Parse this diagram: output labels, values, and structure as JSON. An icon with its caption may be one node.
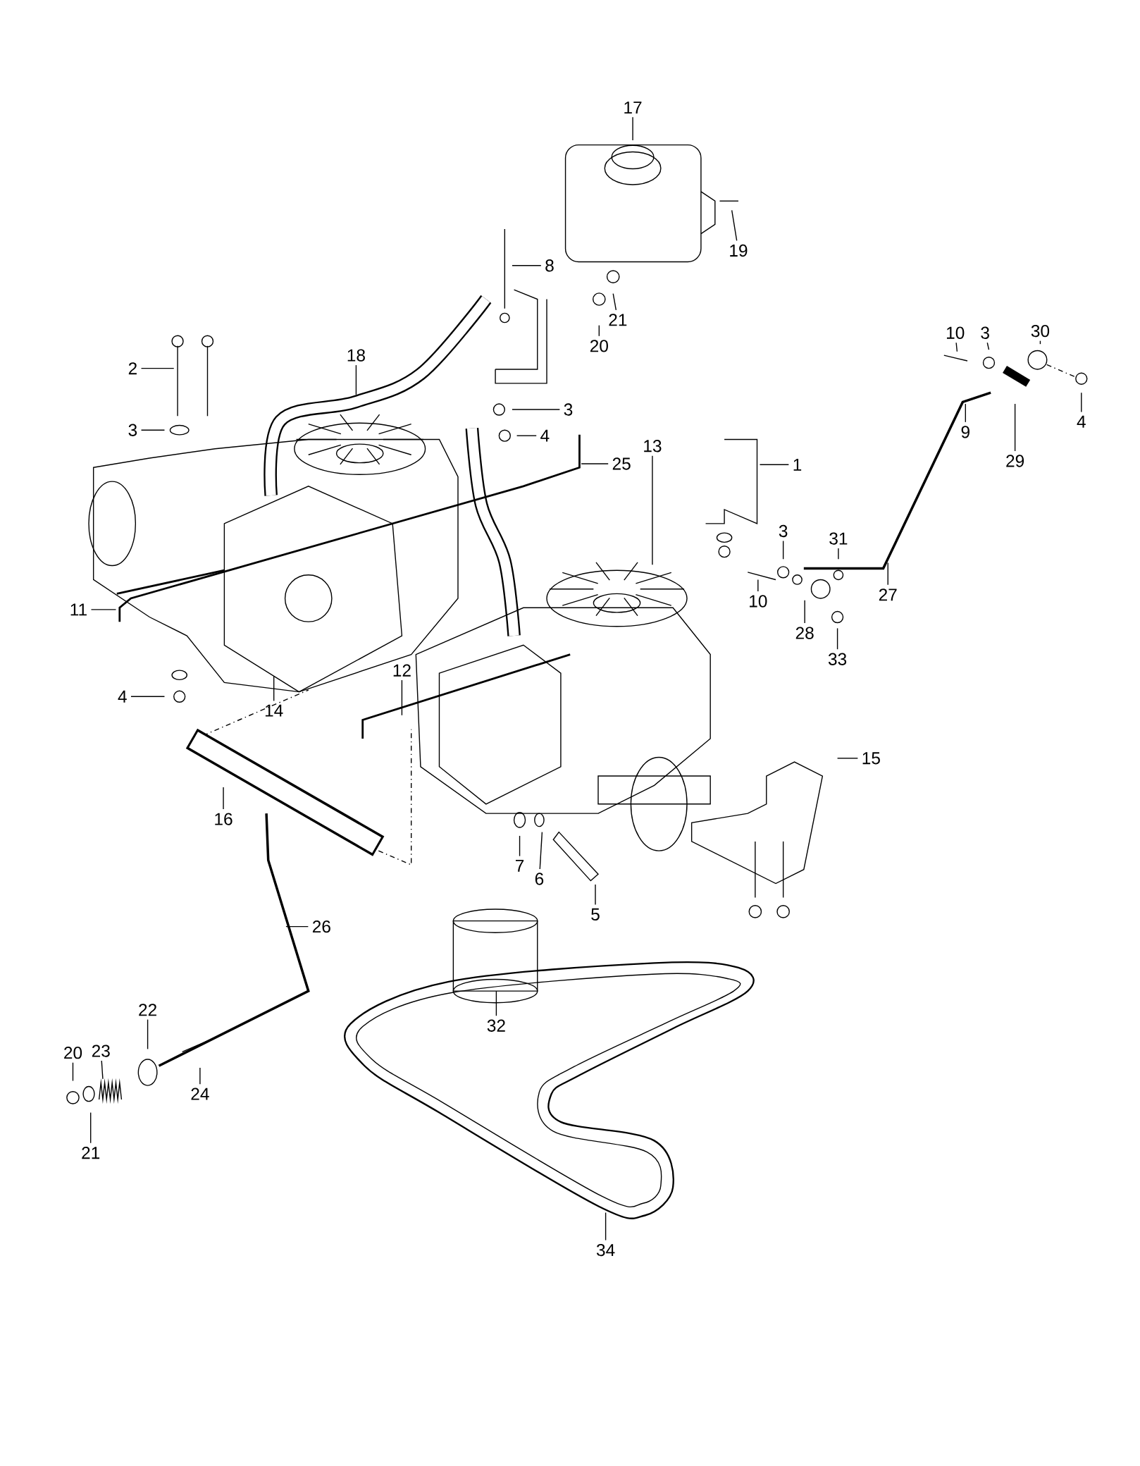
{
  "diagram": {
    "nodes": [
      {
        "text": [
          "17"
        ]
      },
      {
        "text": [
          "19"
        ]
      },
      {
        "text": [
          "8"
        ]
      },
      {
        "text": [
          "21"
        ]
      },
      {
        "text": [
          "10"
        ]
      },
      {
        "text": [
          "3"
        ]
      },
      {
        "text": [
          "30"
        ]
      },
      {
        "text": [
          "20"
        ]
      },
      {
        "text": [
          "18"
        ]
      },
      {
        "text": [
          "2"
        ]
      },
      {
        "text": [
          "3"
        ]
      },
      {
        "text": [
          "4"
        ]
      },
      {
        "text": [
          "3"
        ]
      },
      {
        "text": [
          "9"
        ]
      },
      {
        "text": [
          "4"
        ]
      },
      {
        "text": [
          "13"
        ]
      },
      {
        "text": [
          "29"
        ]
      },
      {
        "text": [
          "25"
        ]
      },
      {
        "text": [
          "1"
        ]
      },
      {
        "text": [
          "3"
        ]
      },
      {
        "text": [
          "31"
        ]
      },
      {
        "text": [
          "27"
        ]
      },
      {
        "text": [
          "10"
        ]
      },
      {
        "text": [
          "11"
        ]
      },
      {
        "text": [
          "28"
        ]
      },
      {
        "text": [
          "33"
        ]
      },
      {
        "text": [
          "12"
        ]
      },
      {
        "text": [
          "4"
        ]
      },
      {
        "text": [
          "14"
        ]
      },
      {
        "text": [
          "15"
        ]
      },
      {
        "text": [
          "16"
        ]
      },
      {
        "text": [
          "7"
        ]
      },
      {
        "text": [
          "6"
        ]
      },
      {
        "text": [
          "5"
        ]
      },
      {
        "text": [
          "26"
        ]
      },
      {
        "text": [
          "22"
        ]
      },
      {
        "text": [
          "32"
        ]
      },
      {
        "text": [
          "20"
        ]
      },
      {
        "text": [
          "23"
        ]
      },
      {
        "text": [
          "24"
        ]
      },
      {
        "text": [
          "21"
        ]
      },
      {
        "text": [
          "34"
        ]
      }
    ],
    "edges": [
      {
        "from": 0,
        "to": null,
        "arrow": "none"
      },
      {
        "from": 1,
        "to": null,
        "arrow": "none"
      },
      {
        "from": 2,
        "to": null,
        "arrow": "none"
      },
      {
        "from": 3,
        "to": null,
        "arrow": "none"
      },
      {
        "from": 4,
        "to": null,
        "arrow": "none"
      },
      {
        "from": 5,
        "to": null,
        "arrow": "none"
      },
      {
        "from": 6,
        "to": null,
        "arrow": "none"
      },
      {
        "from": 7,
        "to": null,
        "arrow": "none"
      },
      {
        "from": 8,
        "to": null,
        "arrow": "none"
      },
      {
        "from": 9,
        "to": null,
        "arrow": "none"
      },
      {
        "from": 10,
        "to": null,
        "arrow": "none"
      },
      {
        "from": 11,
        "to": null,
        "arrow": "none"
      },
      {
        "from": 12,
        "to": null,
        "arrow": "none"
      },
      {
        "from": 13,
        "to": null,
        "arrow": "none"
      },
      {
        "from": 14,
        "to": null,
        "arrow": "none"
      },
      {
        "from": 15,
        "to": null,
        "arrow": "none"
      },
      {
        "from": 16,
        "to": null,
        "arrow": "none"
      },
      {
        "from": 17,
        "to": null,
        "arrow": "none"
      },
      {
        "from": 18,
        "to": null,
        "arrow": "none"
      },
      {
        "from": 19,
        "to": null,
        "arrow": "none"
      },
      {
        "from": 20,
        "to": null,
        "arrow": "none"
      },
      {
        "from": 21,
        "to": null,
        "arrow": "none"
      },
      {
        "from": 22,
        "to": null,
        "arrow": "none"
      },
      {
        "from": 23,
        "to": null,
        "arrow": "none"
      },
      {
        "from": 24,
        "to": null,
        "arrow": "none"
      },
      {
        "from": 25,
        "to": null,
        "arrow": "none"
      },
      {
        "from": 26,
        "to": null,
        "arrow": "none"
      },
      {
        "from": 27,
        "to": null,
        "arrow": "none"
      },
      {
        "from": 28,
        "to": null,
        "arrow": "none"
      },
      {
        "from": 29,
        "to": null,
        "arrow": "none"
      },
      {
        "from": 30,
        "to": null,
        "arrow": "none"
      },
      {
        "from": 31,
        "to": null,
        "arrow": "none"
      },
      {
        "from": 32,
        "to": null,
        "arrow": "none"
      },
      {
        "from": 33,
        "to": null,
        "arrow": "none"
      },
      {
        "from": 34,
        "to": null,
        "arrow": "none"
      },
      {
        "from": 35,
        "to": null,
        "arrow": "none"
      },
      {
        "from": 36,
        "to": null,
        "arrow": "none"
      },
      {
        "from": 37,
        "to": null,
        "arrow": "none"
      },
      {
        "from": 38,
        "to": null,
        "arrow": "none"
      },
      {
        "from": 39,
        "to": null,
        "arrow": "none"
      },
      {
        "from": 40,
        "to": null,
        "arrow": "none"
      },
      {
        "from": 41,
        "to": null,
        "arrow": "none"
      }
    ]
  }
}
